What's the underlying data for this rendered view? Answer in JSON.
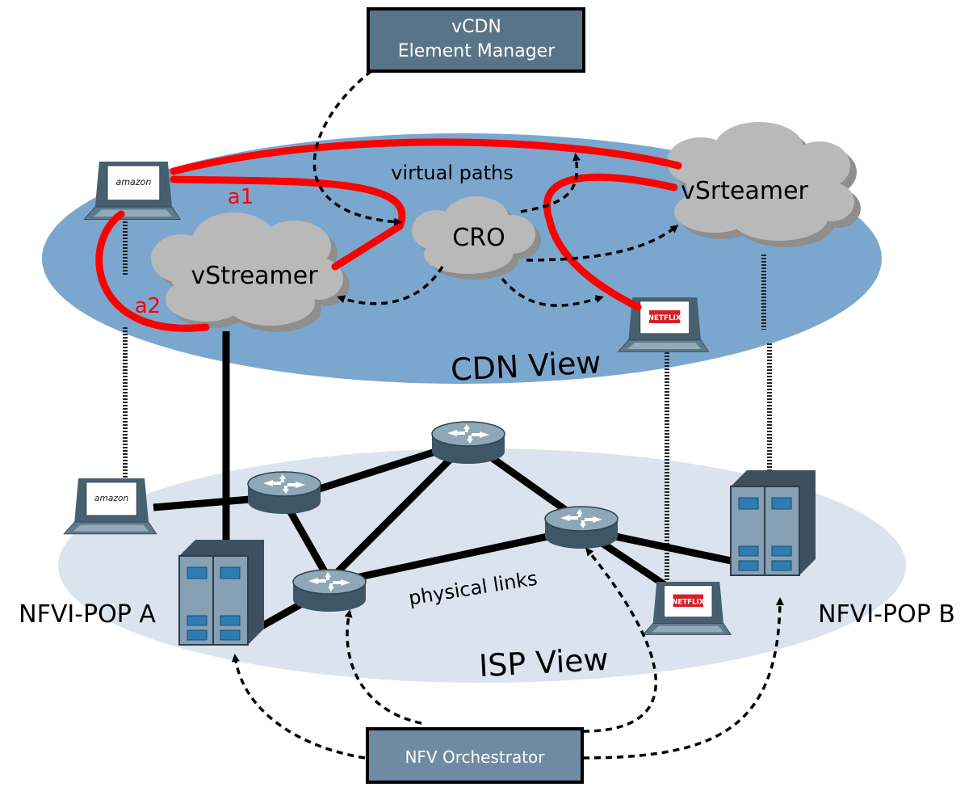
{
  "element_manager": {
    "line1": "vCDN",
    "line2": "Element Manager"
  },
  "orchestrator": {
    "label": "NFV Orchestrator"
  },
  "cdn_layer": {
    "title": "CDN View",
    "virtual_paths_label": "virtual paths",
    "path_a1": "a1",
    "path_a2": "a2",
    "streamer_left": "vStreamer",
    "streamer_right": "vSrteamer",
    "cro": "CRO"
  },
  "isp_layer": {
    "title": "ISP View",
    "physical_links_label": "physical links",
    "pop_a": "NFVI-POP A",
    "pop_b": "NFVI-POP B"
  },
  "laptop_brands": {
    "amazon": "amazon",
    "netflix": "NETFLIX"
  },
  "colors": {
    "cdn_plane": "#7ba7cf",
    "isp_plane": "#dbe3ee",
    "virtual_path": "#ff0000",
    "manager_box": "#5a7487",
    "orchestrator_box": "#6f8ba4",
    "cloud": "#b9b9b9",
    "router": "#546e7e",
    "server": "#7f98ad"
  }
}
